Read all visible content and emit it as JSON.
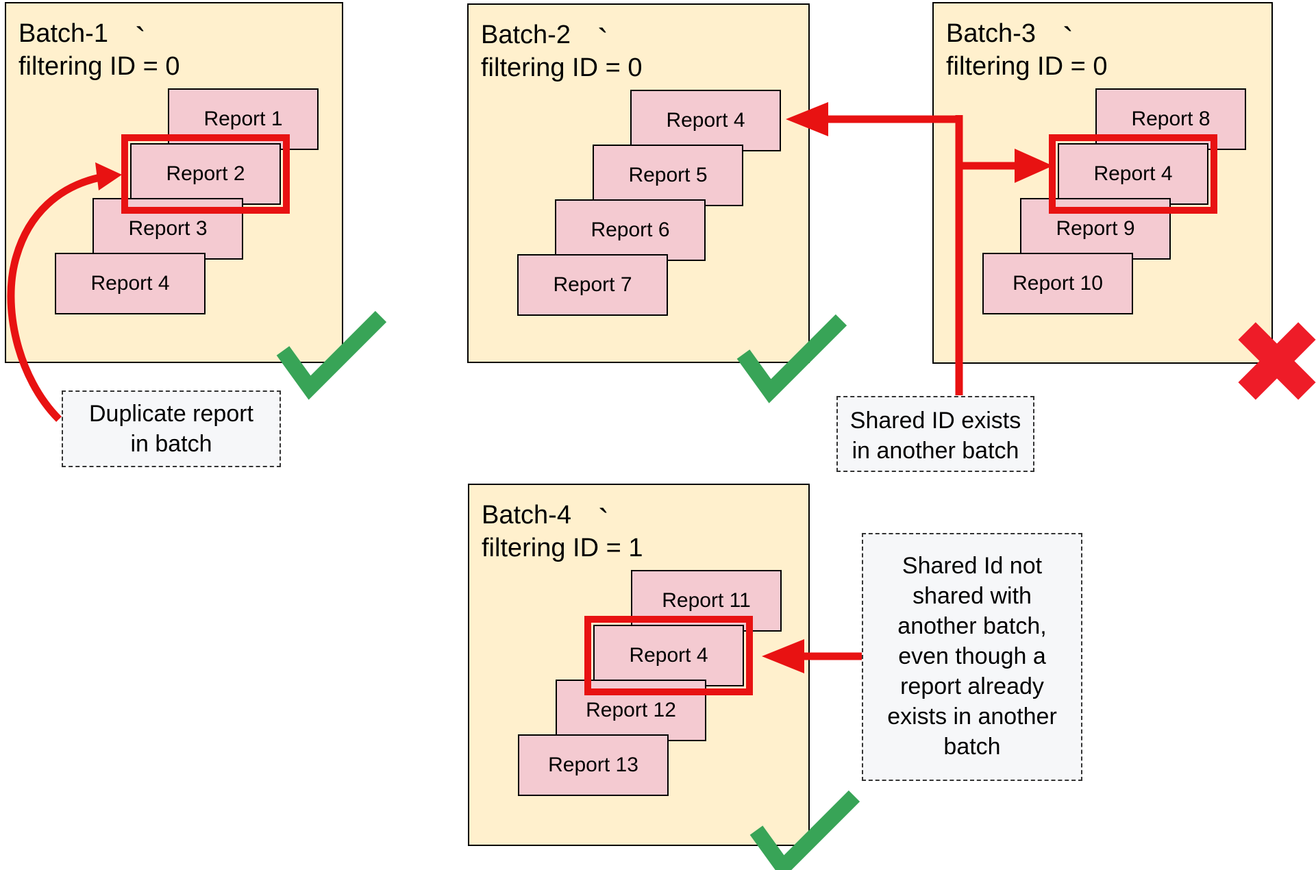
{
  "colors": {
    "batch_fill": "#fff0cd",
    "box_border": "#000000",
    "report_fill": "#f4cad1",
    "arrow_red": "#e81212",
    "check_green": "#38a457",
    "x_red": "#ee1c28",
    "note_bg": "#f6f7f9",
    "note_border": "#333333"
  },
  "batches": [
    {
      "title_line1": "Batch-1",
      "title_line2": "filtering ID = 0",
      "tick": "`",
      "reports": [
        "Report 1",
        "Report 2",
        "Report 3",
        "Report 4"
      ],
      "highlighted_report": "Report 2",
      "status": "pass"
    },
    {
      "title_line1": "Batch-2",
      "title_line2": "filtering ID = 0",
      "tick": "`",
      "reports": [
        "Report 4",
        "Report 5",
        "Report 6",
        "Report 7"
      ],
      "highlighted_report": null,
      "status": "pass"
    },
    {
      "title_line1": "Batch-3",
      "title_line2": "filtering ID = 0",
      "tick": "`",
      "reports": [
        "Report 8",
        "Report 4",
        "Report 9",
        "Report 10"
      ],
      "highlighted_report": "Report 4",
      "status": "fail"
    },
    {
      "title_line1": "Batch-4",
      "title_line2": "filtering ID = 1",
      "tick": "`",
      "reports": [
        "Report 11",
        "Report 4",
        "Report 12",
        "Report 13"
      ],
      "highlighted_report": "Report 4",
      "status": "pass"
    }
  ],
  "annotations": {
    "duplicate": {
      "lines": [
        "Duplicate report",
        "in batch"
      ]
    },
    "shared_exists": {
      "lines": [
        "Shared ID exists",
        "in another batch"
      ]
    },
    "shared_not": {
      "lines": [
        "Shared Id not",
        "shared with",
        "another batch,",
        "even though a",
        "report already",
        "exists in another",
        "batch"
      ]
    }
  }
}
